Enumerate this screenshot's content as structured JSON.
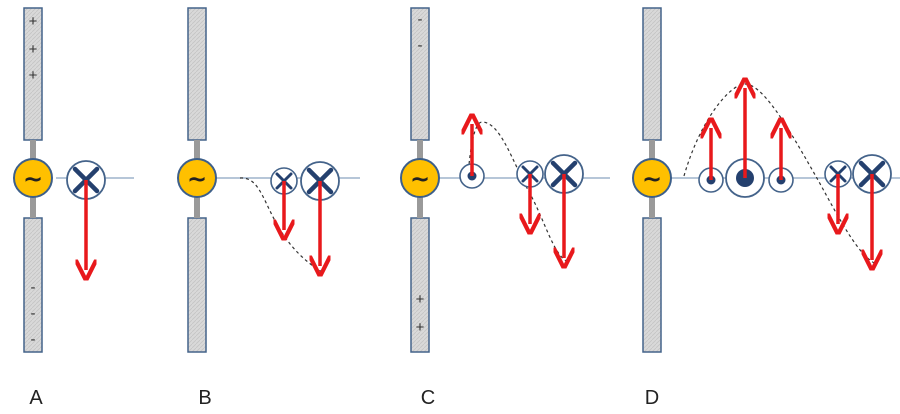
{
  "colors": {
    "rod_fill": "#d9d9d9",
    "rod_stroke": "#44638a",
    "source_fill": "#ffc000",
    "source_stroke": "#3d5f8a",
    "arrow": "#e8191c",
    "symbol": "#24406e",
    "axis_line": "#9db4cc",
    "wave": "#333333"
  },
  "source_symbol": "~",
  "panels": [
    {
      "label": "A",
      "top_signs": [
        "+",
        "+",
        "+"
      ],
      "bottom_signs": [
        "-",
        "-",
        "-"
      ]
    },
    {
      "label": "B",
      "top_signs": [],
      "bottom_signs": []
    },
    {
      "label": "C",
      "top_signs": [
        "-",
        "-"
      ],
      "bottom_signs": [
        "+",
        "+"
      ]
    },
    {
      "label": "D",
      "top_signs": [],
      "bottom_signs": []
    }
  ]
}
